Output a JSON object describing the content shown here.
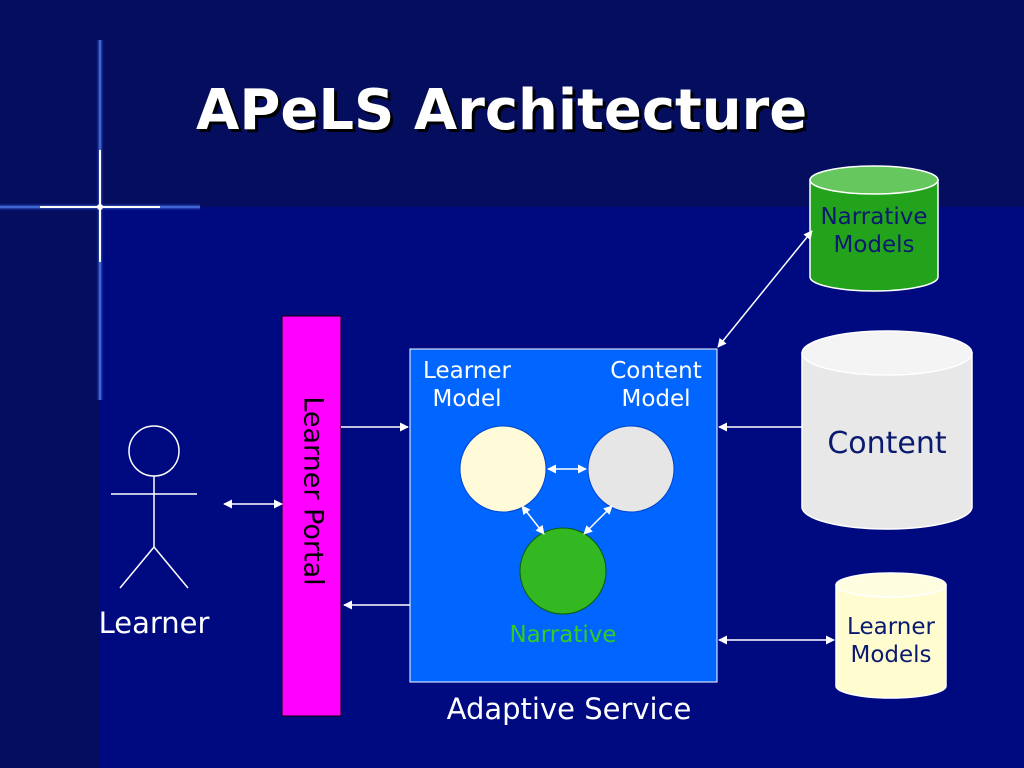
{
  "slide": {
    "title": "APeLS Architecture"
  },
  "diagram": {
    "learner": "Learner",
    "portal": "Learner Portal",
    "service": "Adaptive Service",
    "learner_model": [
      "Learner",
      "Model"
    ],
    "content_model": [
      "Content",
      "Model"
    ],
    "narrative": "Narrative",
    "narrative_models": [
      "Narrative",
      "Models"
    ],
    "content": "Content",
    "learner_models": [
      "Learner",
      "Models"
    ]
  },
  "colors": {
    "background": "#000a80",
    "header_band": "#050e5e",
    "service_box": "#0066ff",
    "portal": "#ff00ff",
    "narrative_node": "#33b822",
    "narrative_text": "#33cc22",
    "learner_node": "#fffbd9",
    "content_node": "#e6e6e6",
    "narrative_db": "#23a31c",
    "content_db": "#e8e8e8",
    "learner_db": "#fffcd0"
  }
}
